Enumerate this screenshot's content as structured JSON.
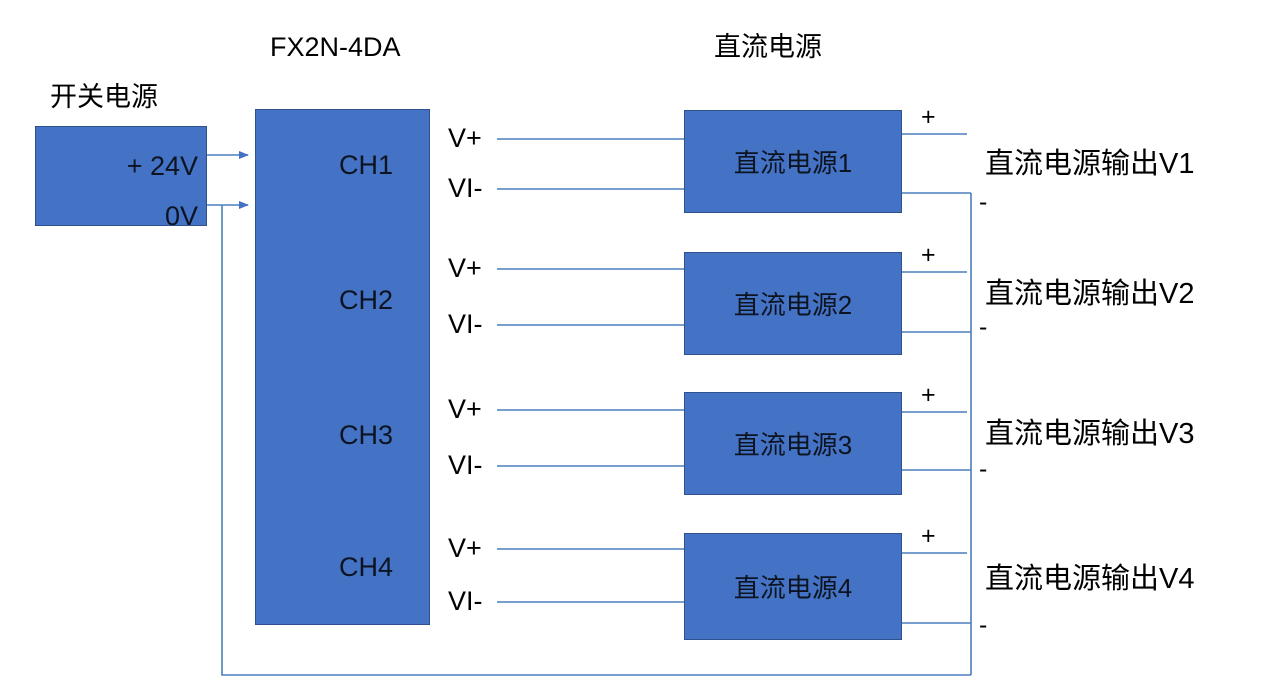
{
  "diagram": {
    "title_fx": "FX2N-4DA",
    "title_dc": "直流电源",
    "psu": {
      "caption": "开关电源",
      "terminals": [
        {
          "name": "+ 24V"
        },
        {
          "name": "0V"
        }
      ]
    },
    "plc": {
      "model": "FX2N-4DA",
      "channels": [
        {
          "name": "CH1",
          "ports": [
            "V+",
            "VI-"
          ]
        },
        {
          "name": "CH2",
          "ports": [
            "V+",
            "VI-"
          ]
        },
        {
          "name": "CH3",
          "ports": [
            "V+",
            "VI-"
          ]
        },
        {
          "name": "CH4",
          "ports": [
            "V+",
            "VI-"
          ]
        }
      ]
    },
    "supplies": [
      {
        "label": "直流电源1",
        "plus": "+",
        "minus": "-",
        "output": "直流电源输出V1"
      },
      {
        "label": "直流电源2",
        "plus": "+",
        "minus": "-",
        "output": "直流电源输出V2"
      },
      {
        "label": "直流电源3",
        "plus": "+",
        "minus": "-",
        "output": "直流电源输出V3"
      },
      {
        "label": "直流电源4",
        "plus": "+",
        "minus": "-",
        "output": "直流电源输出V4"
      }
    ],
    "colors": {
      "box_fill": "#4472C4",
      "box_stroke": "#2F528F",
      "wire": "#4A7EBB",
      "text": "#000000"
    }
  }
}
